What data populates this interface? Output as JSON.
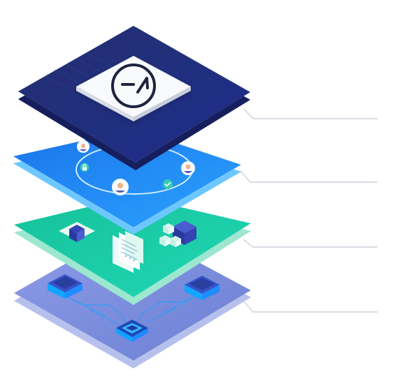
{
  "diagram": {
    "layers": [
      {
        "name": "logo-layer",
        "color": "#21338d"
      },
      {
        "name": "identity-layer",
        "color": "#1d8ff0"
      },
      {
        "name": "data-layer",
        "color": "#19c9a3"
      },
      {
        "name": "infrastructure-layer",
        "color": "#7e8fda"
      }
    ],
    "connector_color": "#d9dde5",
    "icons": [
      "logo-mark-icon",
      "user-avatar-icon",
      "lock-icon",
      "check-icon",
      "cube-icon",
      "document-icon",
      "server-block-icon",
      "chip-icon"
    ]
  }
}
